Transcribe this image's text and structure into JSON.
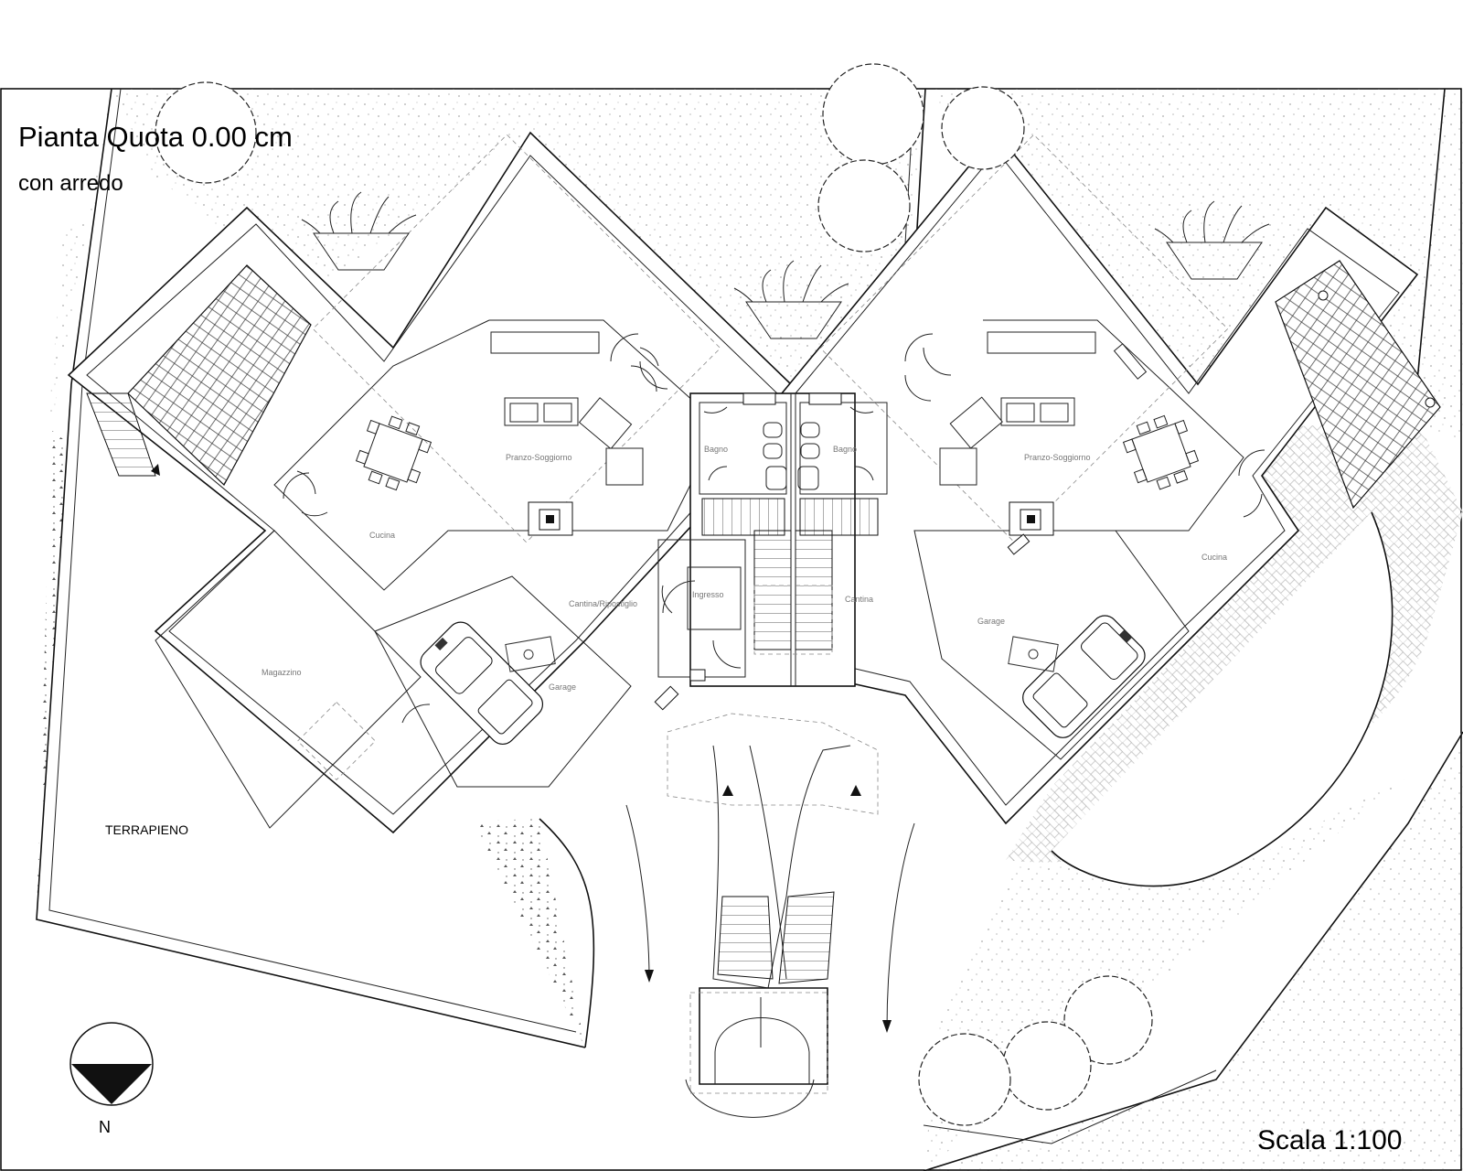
{
  "title": "Pianta Quota 0.00 cm",
  "subtitle": "con arredo",
  "scale": "Scala 1:100",
  "north": "N",
  "terrain_label": "TERRAPIENO",
  "rooms": {
    "left_living": "Pranzo-Soggiorno",
    "left_bath": "Bagno",
    "left_kitchen": "Cucina",
    "left_cellar": "Cantina/Ripostiglio",
    "entrance": "Ingresso",
    "storage": "Magazzino",
    "left_garage": "Garage",
    "right_bath": "Bagno",
    "right_living": "Pranzo-Soggiorno",
    "right_kitchen": "Cucina",
    "right_cellar": "Cantina",
    "right_garage": "Garage"
  },
  "colors": {
    "line": "#111111",
    "background": "#ffffff",
    "dots": "#555555"
  }
}
